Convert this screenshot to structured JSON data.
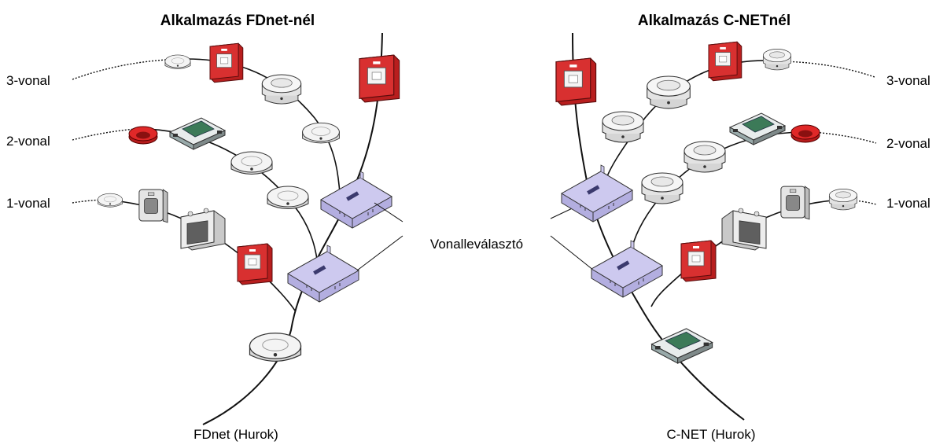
{
  "left": {
    "title": "Alkalmazás FDnet-nél",
    "loop_label": "FDnet (Hurok)",
    "lines": [
      "3-vonal",
      "2-vonal",
      "1-vonal"
    ]
  },
  "right": {
    "title": "Alkalmazás C-NETnél",
    "loop_label": "C-NET (Hurok)",
    "lines": [
      "3-vonal",
      "2-vonal",
      "1-vonal"
    ]
  },
  "separator_label": "Vonalleválasztó",
  "colors": {
    "call_point": "#d42a2a",
    "isolator": "#c8c4e8",
    "wire": "#111111",
    "detector": "#f2f2f2"
  }
}
